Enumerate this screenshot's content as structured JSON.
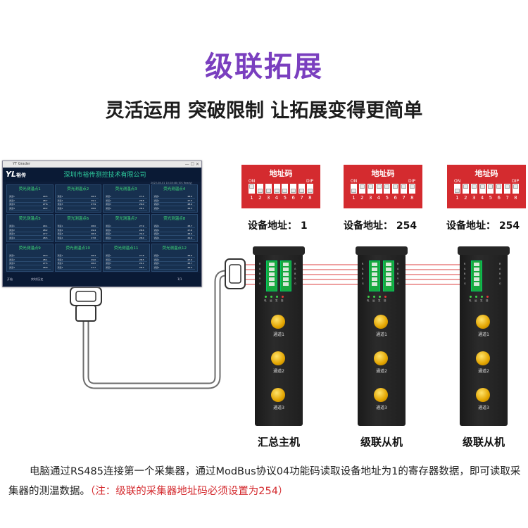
{
  "title": "级联拓展",
  "subtitle": "灵活运用 突破限制 让拓展变得更简单",
  "monitor": {
    "window_title": "YT Grader",
    "logo": "YL",
    "logo_sub": "裕传",
    "company": "深圳市裕传测控技术有限公司",
    "status": "2023-08-01 10:28:48 (IOS Ready)",
    "cells": [
      {
        "title": "荧光测温点1",
        "rows": [
          [
            "通道1",
            "29.5"
          ],
          [
            "通道2",
            "28.7"
          ],
          [
            "通道3",
            "27.6"
          ],
          [
            "通道4",
            "29.2"
          ]
        ]
      },
      {
        "title": "荧光测温点2",
        "rows": [
          [
            "通道1",
            "28.3"
          ],
          [
            "通道2",
            "29.1"
          ],
          [
            "通道3",
            "27.9"
          ],
          [
            "通道4",
            "28.6"
          ]
        ]
      },
      {
        "title": "荧光测温点3",
        "rows": [
          [
            "通道1",
            "27.4"
          ],
          [
            "通道2",
            "28.8"
          ],
          [
            "通道3",
            "29.0"
          ],
          [
            "通道4",
            "28.1"
          ]
        ]
      },
      {
        "title": "荧光测温点4",
        "rows": [
          [
            "通道1",
            "28.9"
          ],
          [
            "通道2",
            "27.5"
          ],
          [
            "通道3",
            "28.4"
          ],
          [
            "通道4",
            "29.3"
          ]
        ]
      },
      {
        "title": "荧光测温点5",
        "rows": [
          [
            "通道1",
            "29.1"
          ],
          [
            "通道2",
            "28.2"
          ],
          [
            "通道3",
            "27.7"
          ],
          [
            "通道4",
            "28.5"
          ]
        ]
      },
      {
        "title": "荧光测温点6",
        "rows": [
          [
            "通道1",
            "28.0"
          ],
          [
            "通道2",
            "29.4"
          ],
          [
            "通道3",
            "28.3"
          ],
          [
            "通道4",
            "27.8"
          ]
        ]
      },
      {
        "title": "荧光测温点7",
        "rows": [
          [
            "通道1",
            "27.9"
          ],
          [
            "通道2",
            "28.6"
          ],
          [
            "通道3",
            "29.2"
          ],
          [
            "通道4",
            "28.0"
          ]
        ]
      },
      {
        "title": "荧光测温点8",
        "rows": [
          [
            "通道1",
            "28.7"
          ],
          [
            "通道2",
            "27.6"
          ],
          [
            "通道3",
            "28.9"
          ],
          [
            "通道4",
            "29.0"
          ]
        ]
      },
      {
        "title": "荧光测温点9",
        "rows": [
          [
            "通道1",
            "29.3"
          ],
          [
            "通道2",
            "28.1"
          ],
          [
            "通道3",
            "27.5"
          ],
          [
            "通道4",
            "28.8"
          ]
        ]
      },
      {
        "title": "荧光测温点10",
        "rows": [
          [
            "通道1",
            "28.4"
          ],
          [
            "通道2",
            "29.0"
          ],
          [
            "通道3",
            "28.2"
          ],
          [
            "通道4",
            "27.7"
          ]
        ]
      },
      {
        "title": "荧光测温点11",
        "rows": [
          [
            "通道1",
            "27.8"
          ],
          [
            "通道2",
            "28.5"
          ],
          [
            "通道3",
            "29.1"
          ],
          [
            "通道4",
            "28.3"
          ]
        ]
      },
      {
        "title": "荧光测温点12",
        "rows": [
          [
            "通道1",
            "28.6"
          ],
          [
            "通道2",
            "27.9"
          ],
          [
            "通道3",
            "28.7"
          ],
          [
            "通道4",
            "29.4"
          ]
        ]
      }
    ],
    "footer": {
      "left": "开始",
      "center": "实时/历史",
      "page": "1/1"
    }
  },
  "dips": [
    {
      "title": "地址码",
      "on": "ON",
      "dip": "DIP",
      "nums": [
        "1",
        "2",
        "3",
        "4",
        "5",
        "6",
        "7",
        "8"
      ],
      "switches": [
        1,
        0,
        0,
        0,
        0,
        0,
        0,
        0
      ],
      "caption": "设备地址：  1"
    },
    {
      "title": "地址码",
      "on": "ON",
      "dip": "DIP",
      "nums": [
        "1",
        "2",
        "3",
        "4",
        "5",
        "6",
        "7",
        "8"
      ],
      "switches": [
        0,
        1,
        1,
        1,
        1,
        1,
        1,
        1
      ],
      "caption": "设备地址：  254"
    },
    {
      "title": "地址码",
      "on": "ON",
      "dip": "DIP",
      "nums": [
        "1",
        "2",
        "3",
        "4",
        "5",
        "6",
        "7",
        "8"
      ],
      "switches": [
        0,
        1,
        1,
        1,
        1,
        1,
        1,
        1
      ],
      "caption": "设备地址：  254"
    }
  ],
  "device": {
    "terminal_labels": [
      "R",
      "A",
      "B",
      "Y",
      "G"
    ],
    "led_labels": [
      "电源",
      "运行",
      "发送",
      "接收"
    ],
    "channels": [
      "通道1",
      "通道2",
      "通道3"
    ]
  },
  "devices": [
    "汇总主机",
    "级联从机",
    "级联从机"
  ],
  "description": {
    "text": "电脑通过RS485连接第一个采集器，通过ModBus协议04功能码读取设备地址为1的寄存器数据，即可读取采集器的测温数据。",
    "note": "（注：级联的采集器地址码必须设置为254）"
  },
  "colors": {
    "title": "#7a3fbf",
    "dip_panel": "#d42b2f",
    "note": "#d42b2f",
    "wire": "#e07070"
  }
}
